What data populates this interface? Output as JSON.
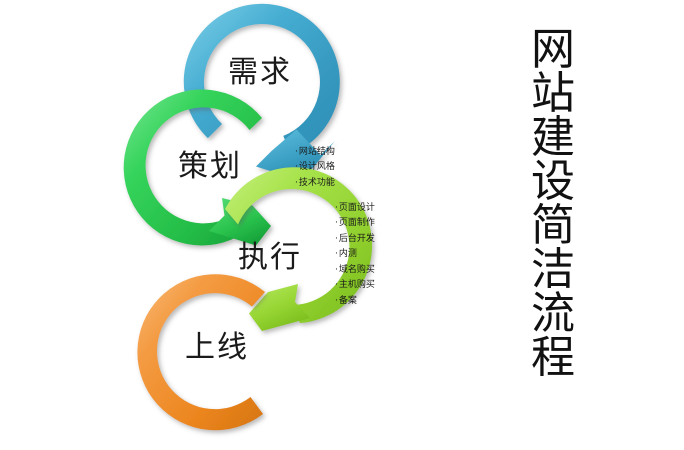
{
  "title_vertical": {
    "text": "网站建设简洁流程",
    "chars": [
      "网",
      "站",
      "建",
      "设",
      "简",
      "洁",
      "流",
      "程"
    ]
  },
  "colors": {
    "demand_blue": "#3FA9CF",
    "demand_blue_dark": "#2A8FB5",
    "demand_blue_light": "#7FD0E8",
    "plan_green": "#2FCB53",
    "plan_green_dark": "#19A63C",
    "plan_green_light": "#7BE794",
    "exec_lime": "#9BDC3A",
    "exec_lime_dark": "#78BB1E",
    "exec_lime_light": "#C6F07F",
    "launch_orange": "#F08C2E",
    "launch_orange_dark": "#D16F12",
    "launch_orange_light": "#F8BC7A",
    "text": "#1a1a1a",
    "background": "#ffffff"
  },
  "stages": [
    {
      "id": "demand",
      "label": "需求",
      "color": "#3FA9CF",
      "order": 1
    },
    {
      "id": "plan",
      "label": "策划",
      "color": "#2FCB53",
      "order": 2
    },
    {
      "id": "exec",
      "label": "执行",
      "color": "#9BDC3A",
      "order": 3
    },
    {
      "id": "launch",
      "label": "上线",
      "color": "#F08C2E",
      "order": 4
    }
  ],
  "notes": {
    "plan": {
      "bullet": "·",
      "items": [
        "网站结构",
        "设计风格",
        "技术功能"
      ]
    },
    "exec": {
      "bullet": "·",
      "items": [
        "页面设计",
        "页面制作",
        "后台开发",
        "内测",
        "域名购买",
        "主机购买",
        "备案"
      ]
    }
  }
}
